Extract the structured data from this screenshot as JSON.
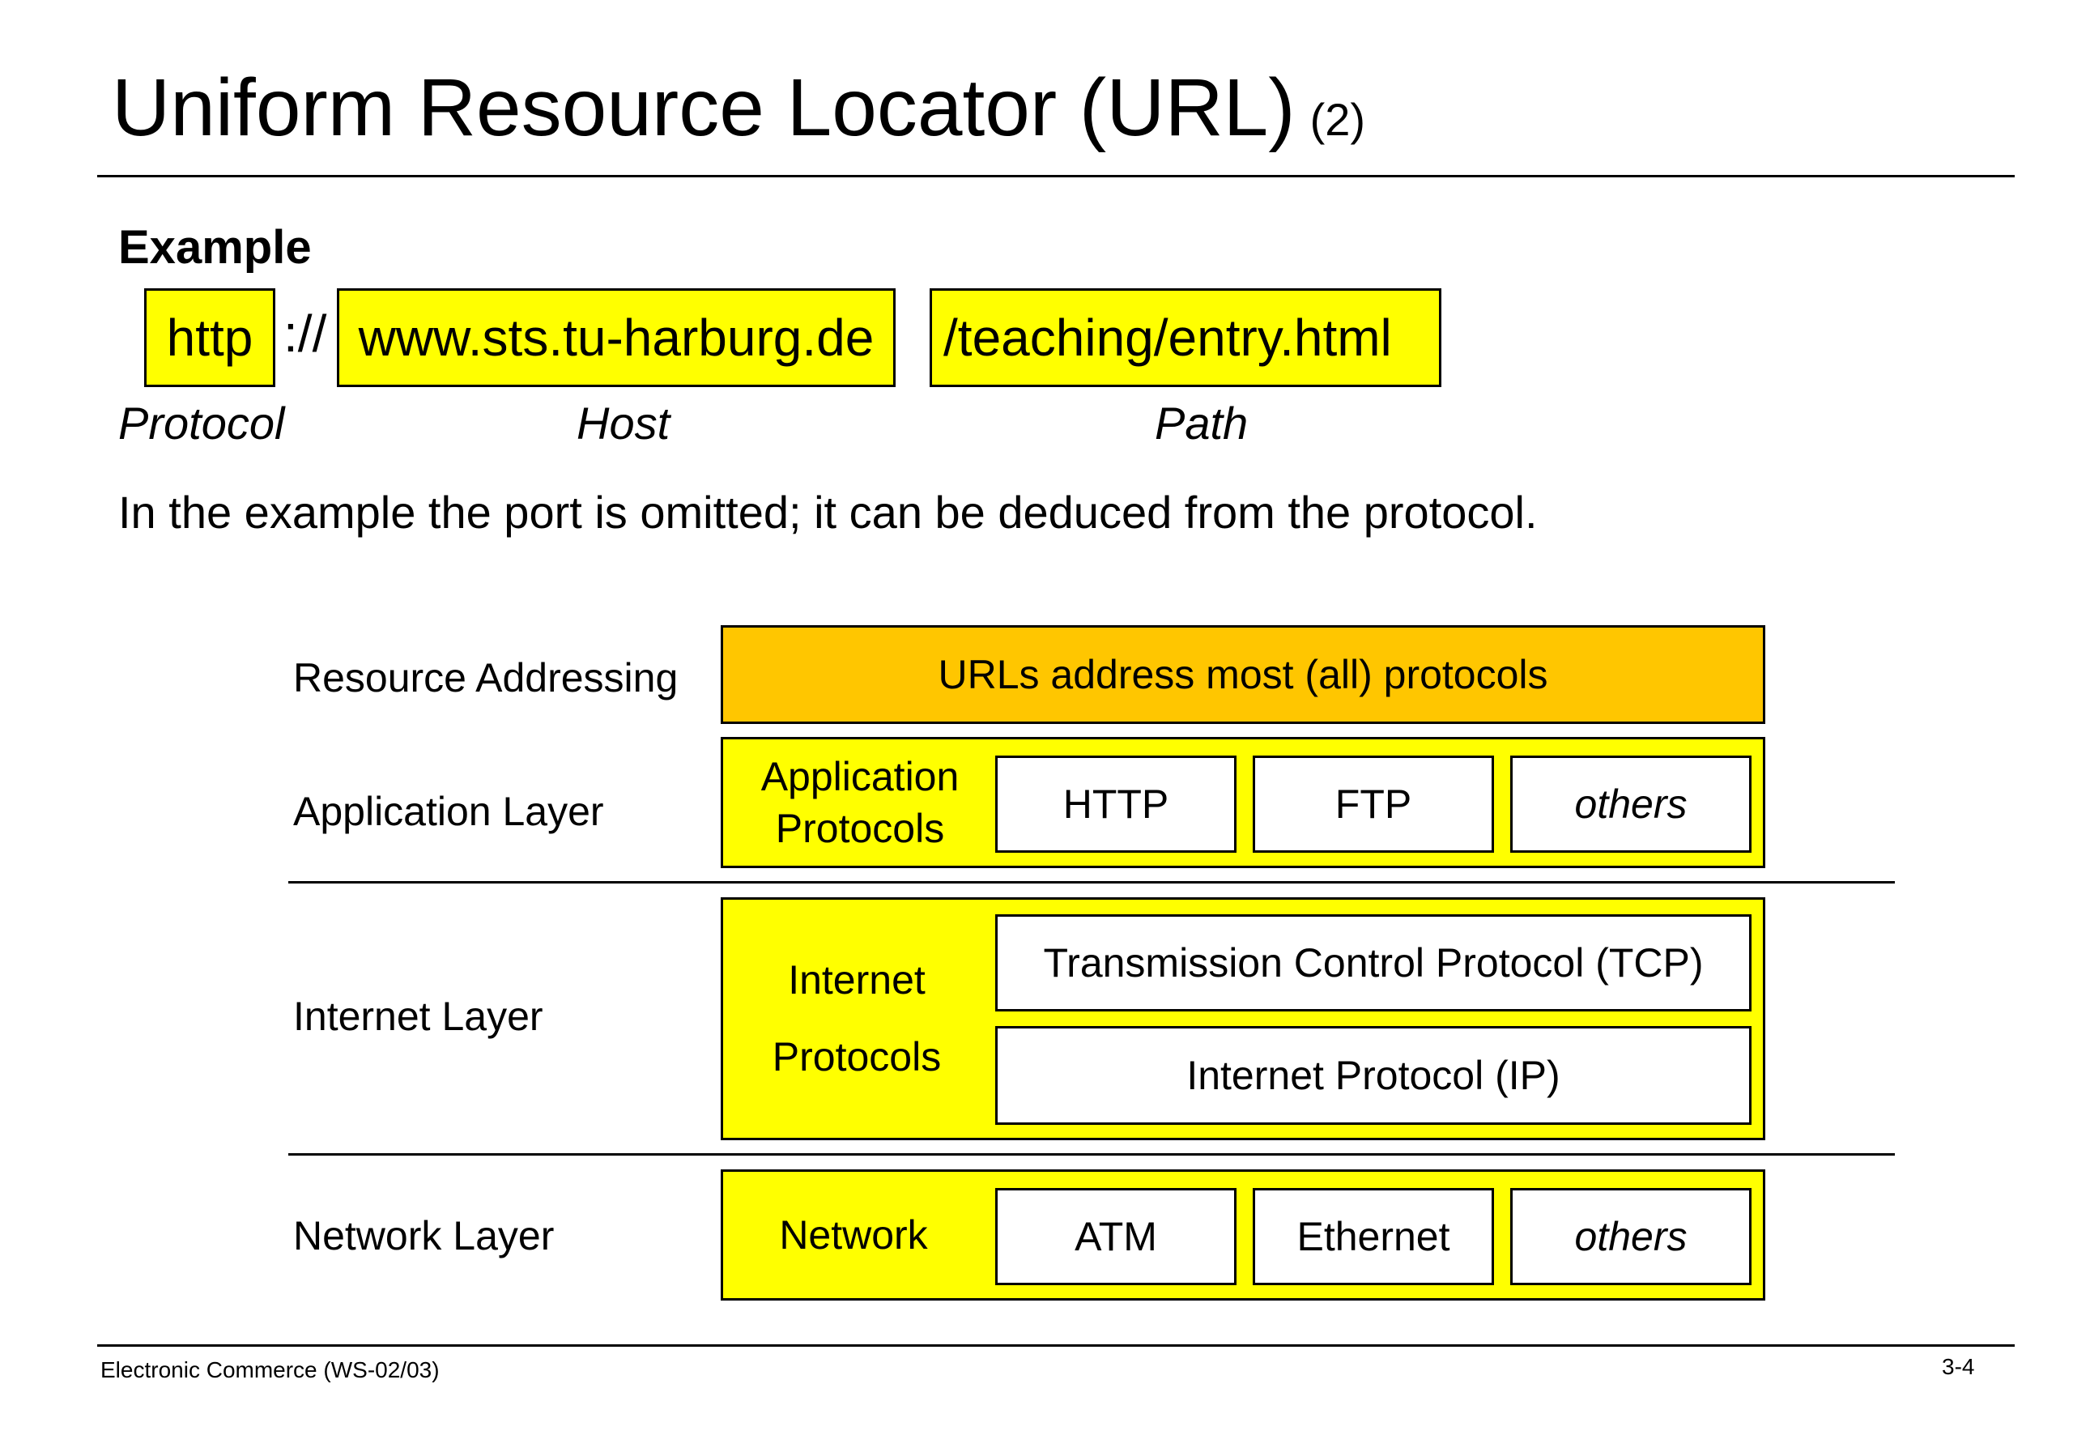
{
  "slide": {
    "title": "Uniform Resource Locator (URL)",
    "title_suffix": "(2)"
  },
  "example": {
    "heading": "Example",
    "url_parts": {
      "protocol": "http",
      "separator": "://",
      "host": "www.sts.tu-harburg.de",
      "path": "/teaching/entry.html"
    },
    "captions": {
      "protocol": "Protocol",
      "host": "Host",
      "path": "Path"
    },
    "note": "In the example the port is omitted; it can be deduced from the protocol."
  },
  "diagram": {
    "rows": {
      "resource": {
        "label": "Resource Addressing",
        "content": "URLs address most (all) protocols"
      },
      "application": {
        "label": "Application Layer",
        "group_line1": "Application",
        "group_line2": "Protocols",
        "items": [
          "HTTP",
          "FTP",
          "others"
        ]
      },
      "internet": {
        "label": "Internet Layer",
        "group_line1": "Internet",
        "group_line2": "Protocols",
        "items": [
          "Transmission Control Protocol (TCP)",
          "Internet Protocol (IP)"
        ]
      },
      "network": {
        "label": "Network Layer",
        "group": "Network",
        "items": [
          "ATM",
          "Ethernet",
          "others"
        ]
      }
    },
    "colors": {
      "yellow": "#ffff00",
      "orange": "#ffc600"
    }
  },
  "footer": {
    "course": "Electronic Commerce (WS-02/03)",
    "page": "3-4"
  }
}
